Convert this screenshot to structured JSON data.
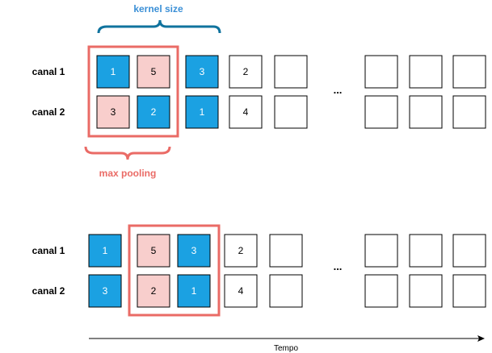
{
  "colors": {
    "blue": "#1ba1e2",
    "pink": "#f8cecc",
    "red": "#ea6b66",
    "brace_blue": "#10739e",
    "text_blue": "#3a8fd6",
    "white": "#ffffff",
    "stroke": "#000000"
  },
  "annotations": {
    "kernel_size": "kernel size",
    "max_pooling": "max pooling",
    "ellipsis": "...",
    "time_axis": "Tempo"
  },
  "top": {
    "rows": [
      {
        "label": "canal 1",
        "cells": [
          {
            "value": "1",
            "fill": "blue"
          },
          {
            "value": "5",
            "fill": "pink"
          },
          {
            "value": "3",
            "fill": "blue"
          },
          {
            "value": "2",
            "fill": "white"
          },
          {
            "value": "",
            "fill": "white"
          },
          {
            "value": "",
            "fill": "white"
          },
          {
            "value": "",
            "fill": "white"
          },
          {
            "value": "",
            "fill": "white"
          }
        ]
      },
      {
        "label": "canal 2",
        "cells": [
          {
            "value": "3",
            "fill": "pink"
          },
          {
            "value": "2",
            "fill": "blue"
          },
          {
            "value": "1",
            "fill": "blue"
          },
          {
            "value": "4",
            "fill": "white"
          },
          {
            "value": "",
            "fill": "white"
          },
          {
            "value": "",
            "fill": "white"
          },
          {
            "value": "",
            "fill": "white"
          },
          {
            "value": "",
            "fill": "white"
          }
        ]
      }
    ]
  },
  "bottom": {
    "rows": [
      {
        "label": "canal 1",
        "cells": [
          {
            "value": "1",
            "fill": "blue"
          },
          {
            "value": "5",
            "fill": "pink"
          },
          {
            "value": "3",
            "fill": "blue"
          },
          {
            "value": "2",
            "fill": "white"
          },
          {
            "value": "",
            "fill": "white"
          },
          {
            "value": "",
            "fill": "white"
          },
          {
            "value": "",
            "fill": "white"
          },
          {
            "value": "",
            "fill": "white"
          }
        ]
      },
      {
        "label": "canal 2",
        "cells": [
          {
            "value": "3",
            "fill": "blue"
          },
          {
            "value": "2",
            "fill": "pink"
          },
          {
            "value": "1",
            "fill": "blue"
          },
          {
            "value": "4",
            "fill": "white"
          },
          {
            "value": "",
            "fill": "white"
          },
          {
            "value": "",
            "fill": "white"
          },
          {
            "value": "",
            "fill": "white"
          },
          {
            "value": "",
            "fill": "white"
          }
        ]
      }
    ]
  }
}
